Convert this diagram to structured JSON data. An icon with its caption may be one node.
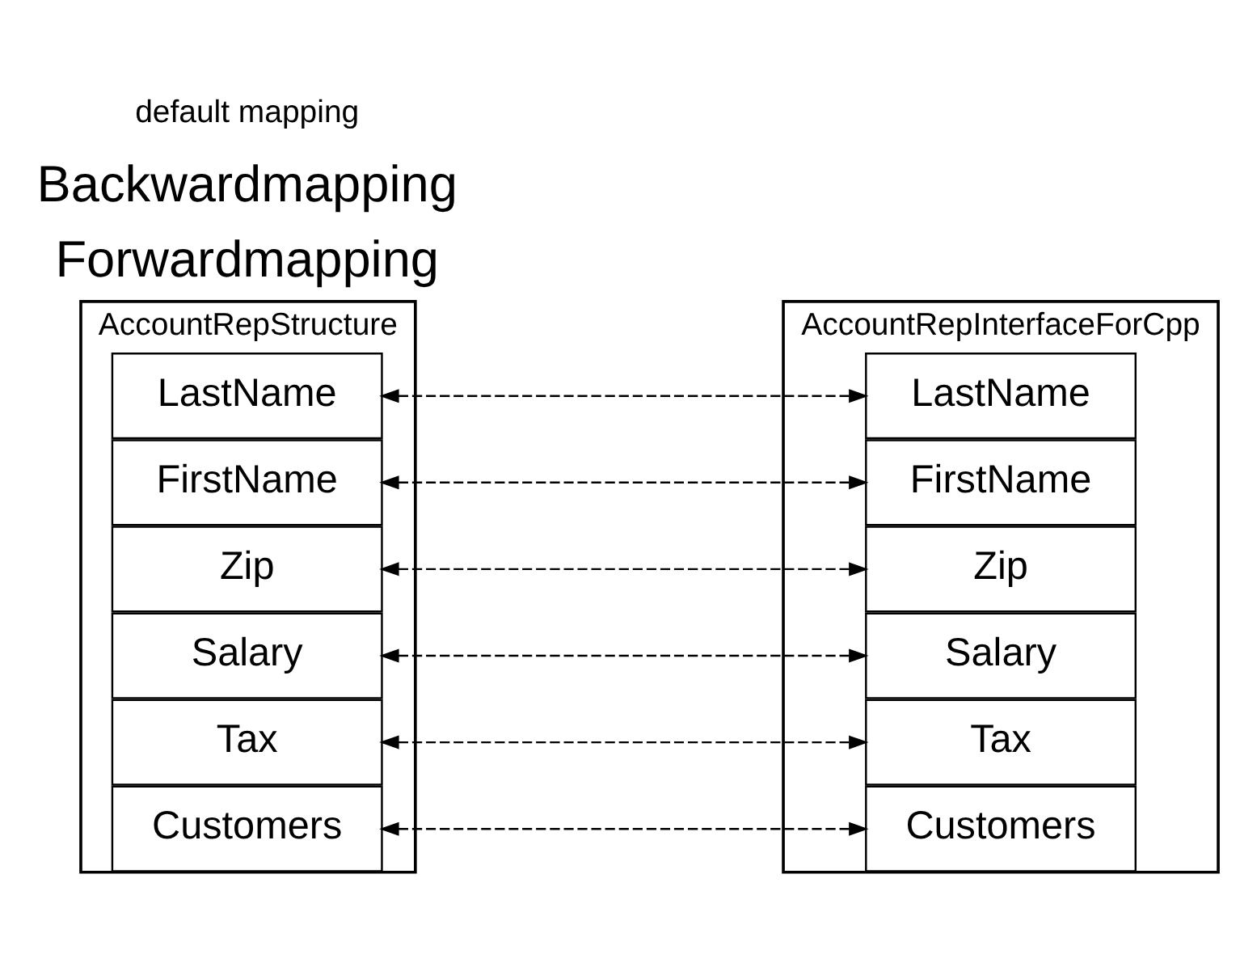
{
  "diagram": {
    "nodes": [
      {
        "text": [
          "AccountRepStructure"
        ]
      },
      {
        "text": [
          "LastName"
        ],
        "in": 0
      },
      {
        "text": [
          "FirstName"
        ],
        "in": 0
      },
      {
        "text": [
          "Zip"
        ],
        "in": 0
      },
      {
        "text": [
          "Salary"
        ],
        "in": 0
      },
      {
        "text": [
          "Tax"
        ],
        "in": 0
      },
      {
        "text": [
          "Customers"
        ],
        "in": 0
      },
      {
        "text": [
          "AccountRepInterfaceForCpp"
        ]
      },
      {
        "text": [
          "LastName"
        ],
        "in": 7
      },
      {
        "text": [
          "FirstName"
        ],
        "in": 7
      },
      {
        "text": [
          "Zip"
        ],
        "in": 7
      },
      {
        "text": [
          "Salary"
        ],
        "in": 7
      },
      {
        "text": [
          "Tax"
        ],
        "in": 7
      },
      {
        "text": [
          "Customers"
        ],
        "in": 7
      }
    ],
    "edges": [
      {
        "from": 1,
        "to": 8,
        "arrow": "both",
        "style": "dashed"
      },
      {
        "from": 2,
        "to": 9,
        "arrow": "both",
        "style": "dashed"
      },
      {
        "from": 3,
        "to": 10,
        "arrow": "both",
        "style": "dashed"
      },
      {
        "from": 4,
        "to": 11,
        "arrow": "both",
        "style": "dashed"
      },
      {
        "from": 5,
        "to": 12,
        "arrow": "both",
        "style": "dashed"
      },
      {
        "from": 6,
        "to": 13,
        "arrow": "both",
        "style": "dashed"
      }
    ],
    "labels": [
      "Forwardmapping",
      "Backwardmapping"
    ],
    "legend": [
      {
        "text": "default mapping"
      }
    ]
  }
}
